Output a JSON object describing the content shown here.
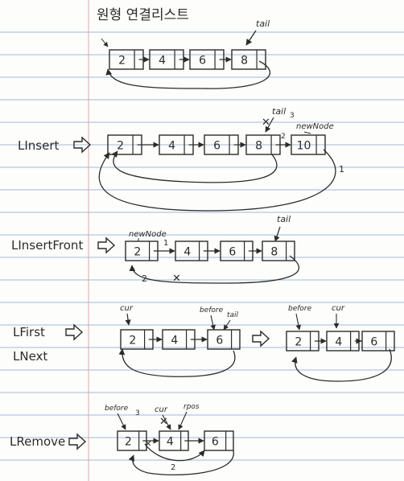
{
  "title": "원형 연결리스트",
  "labels": {
    "tail": "tail",
    "tail3": "tail",
    "newnode": "newNode",
    "cur": "cur",
    "before": "before",
    "before_tail": "before",
    "tail_small": "tail",
    "rpos": "rpos"
  },
  "sections": [
    {
      "id": "intro",
      "label": "",
      "values": [
        "2",
        "4",
        "6",
        "8"
      ]
    },
    {
      "id": "linsert",
      "label": "LInsert",
      "values": [
        "2",
        "4",
        "6",
        "8",
        "10"
      ]
    },
    {
      "id": "linsertfront",
      "label": "LInsertFront",
      "values": [
        "2",
        "4",
        "6",
        "8"
      ]
    },
    {
      "id": "lfirst",
      "label": "LFirst",
      "values": [
        "2",
        "4",
        "6"
      ]
    },
    {
      "id": "lnext",
      "label": "LNext",
      "values": [
        "2",
        "4",
        "6"
      ]
    },
    {
      "id": "lremove",
      "label": "LRemove",
      "values": [
        "2",
        "4",
        "6"
      ]
    }
  ],
  "step_numbers": {
    "linsert_one": "1",
    "linsert_two": "2",
    "linsert_three": "3",
    "front_one": "1",
    "front_two": "2",
    "remove_two": "2",
    "remove_three": "3"
  },
  "colors": {
    "ink": "#2b2b2b",
    "rule": "#9fb9d8",
    "margin": "#e7a5a5"
  }
}
